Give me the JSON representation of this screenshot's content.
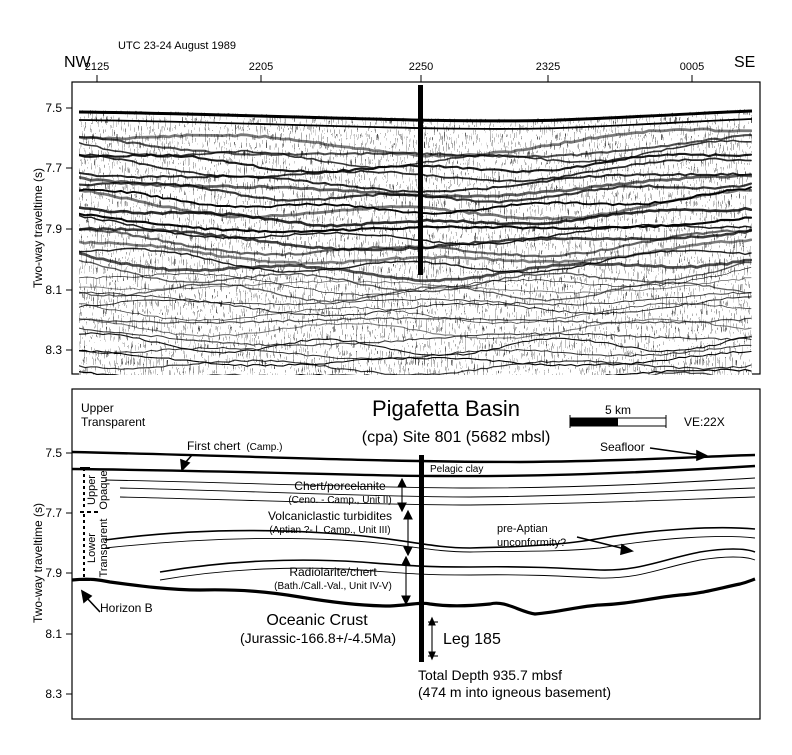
{
  "top_panel": {
    "left_dir": "NW",
    "right_dir": "SE",
    "date_label": "UTC 23-24 August 1989",
    "time_ticks": [
      "2125",
      "2205",
      "2250",
      "2325",
      "0005"
    ],
    "y_ticks": [
      "7.5",
      "7.7",
      "7.9",
      "8.1",
      "8.3"
    ],
    "y_label": "Two-way traveltime (s)"
  },
  "bottom_panel": {
    "title": "Pigafetta Basin",
    "subtitle": "(cpa) Site 801 (5682 mbsl)",
    "scale_label": "5 km",
    "ve_label": "VE:22X",
    "y_ticks": [
      "7.5",
      "7.7",
      "7.9",
      "8.1",
      "8.3"
    ],
    "y_label": "Two-way traveltime (s)",
    "upper_transparent": [
      "Upper",
      "Transparent"
    ],
    "upper_opaque": [
      "Upper",
      "Opaque"
    ],
    "lower_transparent": [
      "Lower",
      "Transparent"
    ],
    "first_chert": "First chert",
    "first_chert_note": "(Camp.)",
    "seafloor": "Seafloor",
    "pelagic_clay": "Pelagic clay",
    "chert_porcelanite": "Chert/porcelanite",
    "chert_porcelanite_note": "(Ceno. - Camp., Unit II)",
    "volcaniclastic": "Volcaniclastic turbidites",
    "volcaniclastic_note": "(Aptian ?- l. Camp., Unit III)",
    "pre_aptian": [
      "pre-Aptian",
      "unconformity?"
    ],
    "radiolarite": "Radiolarite/chert",
    "radiolarite_note": "(Bath./Call.-Val., Unit IV-V)",
    "horizon_b": "Horizon B",
    "oceanic_crust": "Oceanic Crust",
    "oceanic_crust_note": "(Jurassic-166.8+/-4.5Ma)",
    "leg": "Leg 185",
    "total_depth": "Total  Depth 935.7 mbsf",
    "total_depth_note": "(474 m into igneous basement)"
  }
}
